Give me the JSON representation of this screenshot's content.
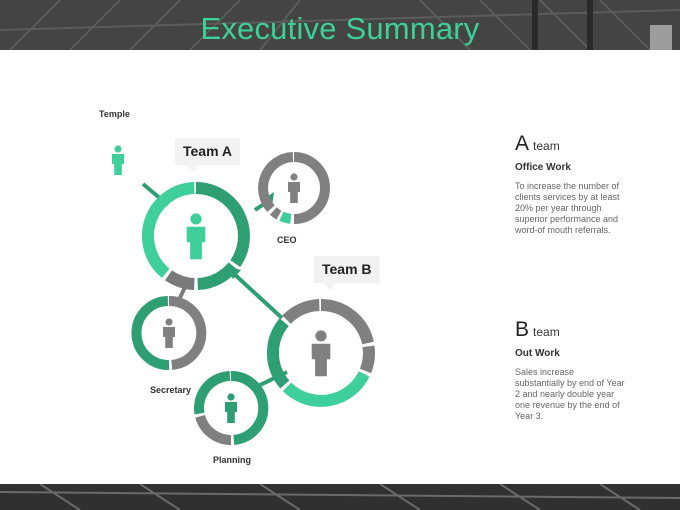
{
  "title": "Executive Summary",
  "colors": {
    "accent": "#3ecf9a",
    "accent_dark": "#2e9e73",
    "neutral": "#808080",
    "title": "#3ecf9a"
  },
  "nodes": {
    "temple": {
      "label": "Temple",
      "color": "accent"
    },
    "ceo": {
      "label": "CEO",
      "color": "neutral"
    },
    "secretary": {
      "label": "Secretary",
      "color": "accent_dark"
    },
    "planning": {
      "label": "Planning",
      "color": "accent_dark"
    }
  },
  "callouts": {
    "team_a": "Team A",
    "team_b": "Team B"
  },
  "teams": [
    {
      "letter": "A",
      "word": "team",
      "subtitle": "Office Work",
      "body": "To increase the number of clients services by at least 20% per year through superior performance and word-of mouth referrals."
    },
    {
      "letter": "B",
      "word": "team",
      "subtitle": "Out Work",
      "body": "Sales increase substantially by end of Year 2 and nearly double year one revenue by the end of Year 3."
    }
  ]
}
